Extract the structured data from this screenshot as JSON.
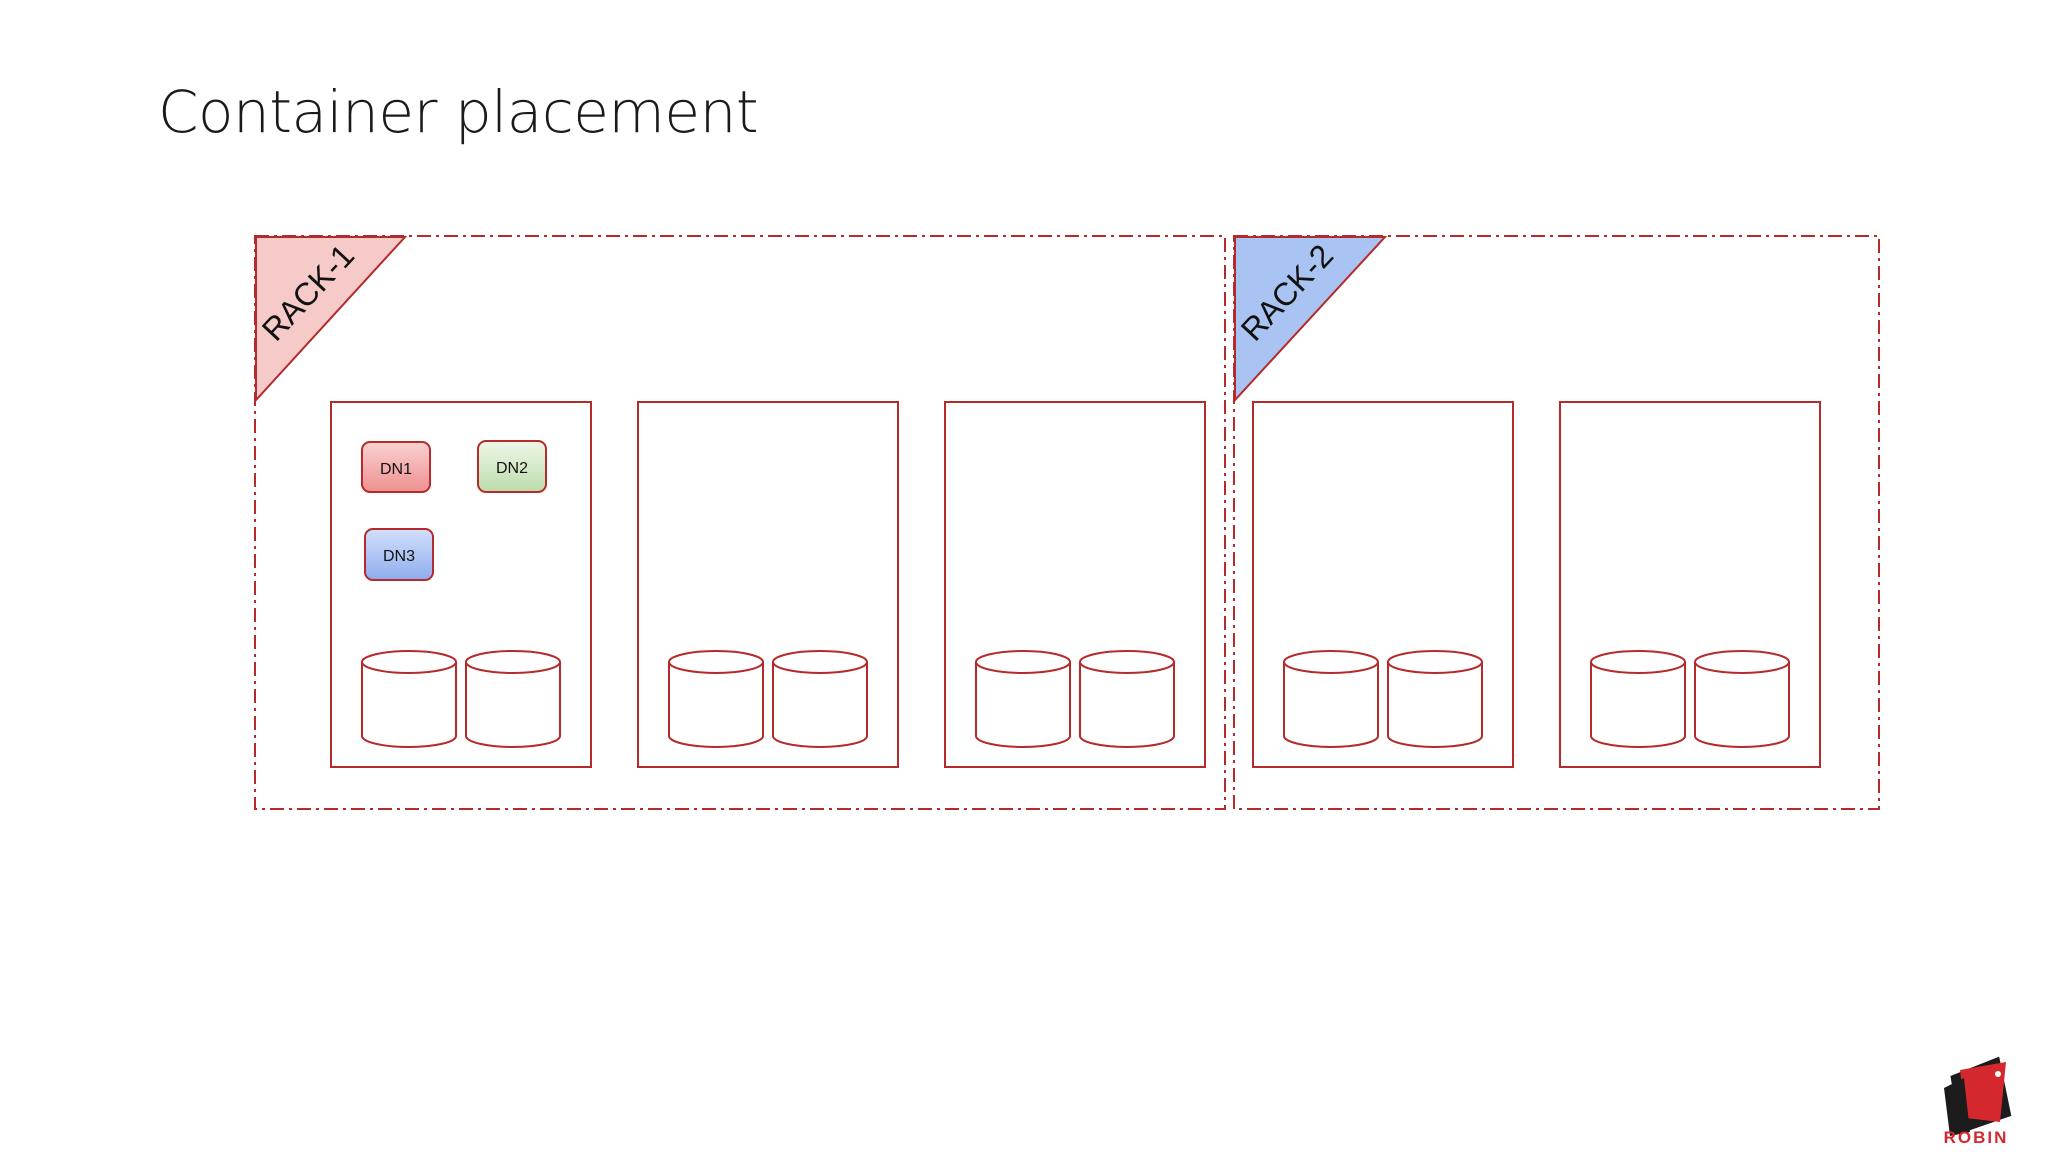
{
  "slide": {
    "title": "Container placement"
  },
  "racks": [
    {
      "label": "RACK-1",
      "tag_color": "#f7caca",
      "servers": 3
    },
    {
      "label": "RACK-2",
      "tag_color": "#a9c4f2",
      "servers": 2
    }
  ],
  "containers": [
    {
      "label": "DN1",
      "fill": "#f4a6a6"
    },
    {
      "label": "DN2",
      "fill": "#cfe6c4"
    },
    {
      "label": "DN3",
      "fill": "#a9c2f2"
    }
  ],
  "colors": {
    "outline": "#b52a2a"
  },
  "logo": {
    "text": "ROBIN",
    "accent": "#d4282e"
  }
}
